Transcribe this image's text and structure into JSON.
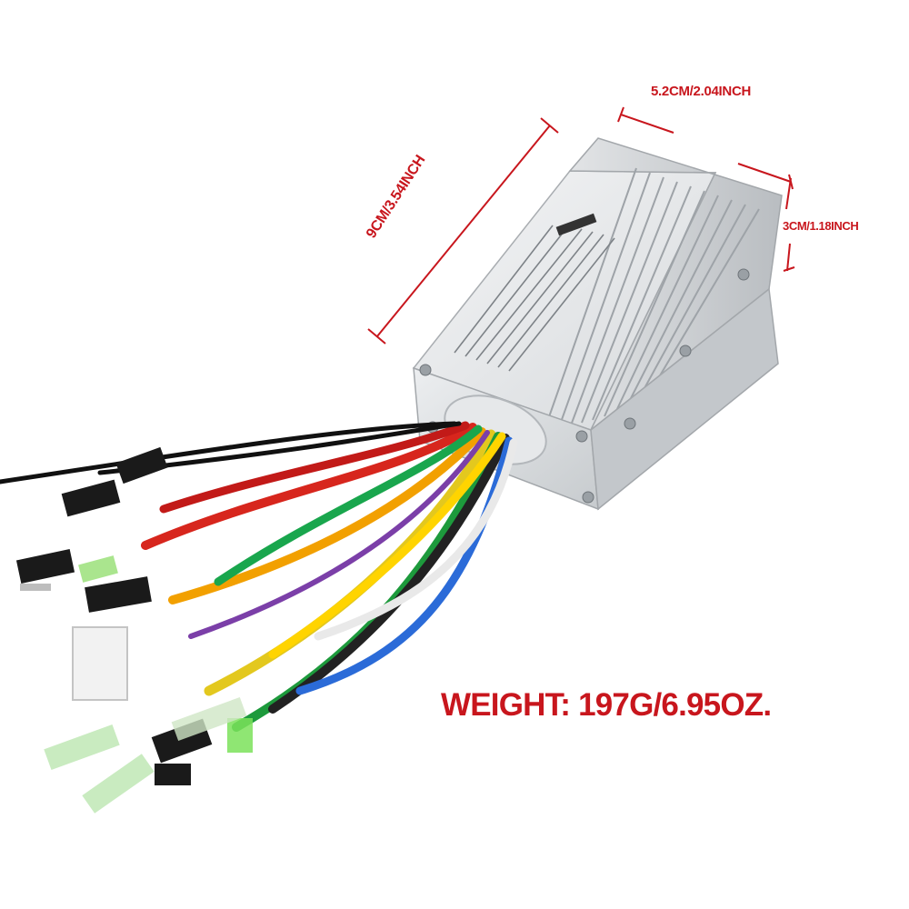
{
  "dimensions": {
    "length": "9CM/3.54INCH",
    "width": "5.2CM/2.04INCH",
    "height": "3CM/1.18INCH"
  },
  "weight": "WEIGHT: 197G/6.95OZ.",
  "colors": {
    "annotation": "#c8161d",
    "housing": "#d9dcdf",
    "background": "#ffffff"
  }
}
